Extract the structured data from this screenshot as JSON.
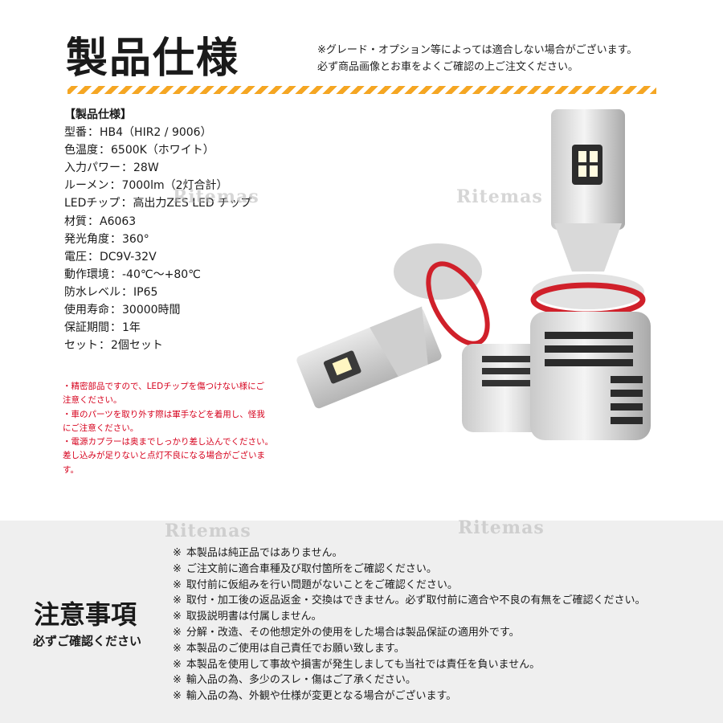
{
  "header": {
    "title": "製品仕様",
    "notice_lines": [
      "※グレード・オプション等によっては適合しない場合がございます。",
      "必ず商品画像とお車をよくご確認の上ご注文ください。"
    ],
    "stripe_color": "#f5a623"
  },
  "specs": {
    "heading": "【製品仕様】",
    "rows": [
      {
        "label": "型番",
        "value": "HB4（HIR2 / 9006）"
      },
      {
        "label": "色温度",
        "value": "6500K（ホワイト）"
      },
      {
        "label": "入力パワー",
        "value": "28W"
      },
      {
        "label": "ルーメン",
        "value": "7000lm（2灯合計）"
      },
      {
        "label": "LEDチップ",
        "value": "高出力ZES LED チップ"
      },
      {
        "label": "材質",
        "value": "A6063"
      },
      {
        "label": "発光角度",
        "value": "360°"
      },
      {
        "label": "電圧",
        "value": "DC9V-32V"
      },
      {
        "label": "動作環境",
        "value": "-40℃～+80℃"
      },
      {
        "label": "防水レベル",
        "value": "IP65"
      },
      {
        "label": "使用寿命",
        "value": "30000時間"
      },
      {
        "label": "保証期間",
        "value": "1年"
      },
      {
        "label": "セット",
        "value": "2個セット"
      }
    ],
    "separator": "："
  },
  "warnings": {
    "color": "#d6001c",
    "lines": [
      "・精密部品ですので、LEDチップを傷つけない様にご",
      "注意ください。",
      "・車のパーツを取り外す際は軍手などを着用し、怪我",
      "にご注意ください。",
      "・電源カプラーは奥までしっかり差し込んでください。",
      "差し込みが足りないと点灯不良になる場合がございま",
      "す。"
    ]
  },
  "watermarks": [
    "Ritemas",
    "Ritemas",
    "Ritemas",
    "Ritemas"
  ],
  "caution": {
    "title": "注意事項",
    "subtitle": "必ずご確認ください",
    "mark": "※",
    "items": [
      "本製品は純正品ではありません。",
      "ご注文前に適合車種及び取付箇所をご確認ください。",
      "取付前に仮組みを行い問題がないことをご確認ください。",
      "取付・加工後の返品返金・交換はできません。必ず取付前に適合や不良の有無をご確認ください。",
      "取扱説明書は付属しません。",
      "分解・改造、その他想定外の使用をした場合は製品保証の適用外です。",
      "本製品のご使用は自己責任でお願い致します。",
      "本製品を使用して事故や損害が発生しましても当社では責任を負いません。",
      "輸入品の為、多少のスレ・傷はご了承ください。",
      "輸入品の為、外観や仕様が変更となる場合がございます。"
    ],
    "background": "#efefef"
  }
}
